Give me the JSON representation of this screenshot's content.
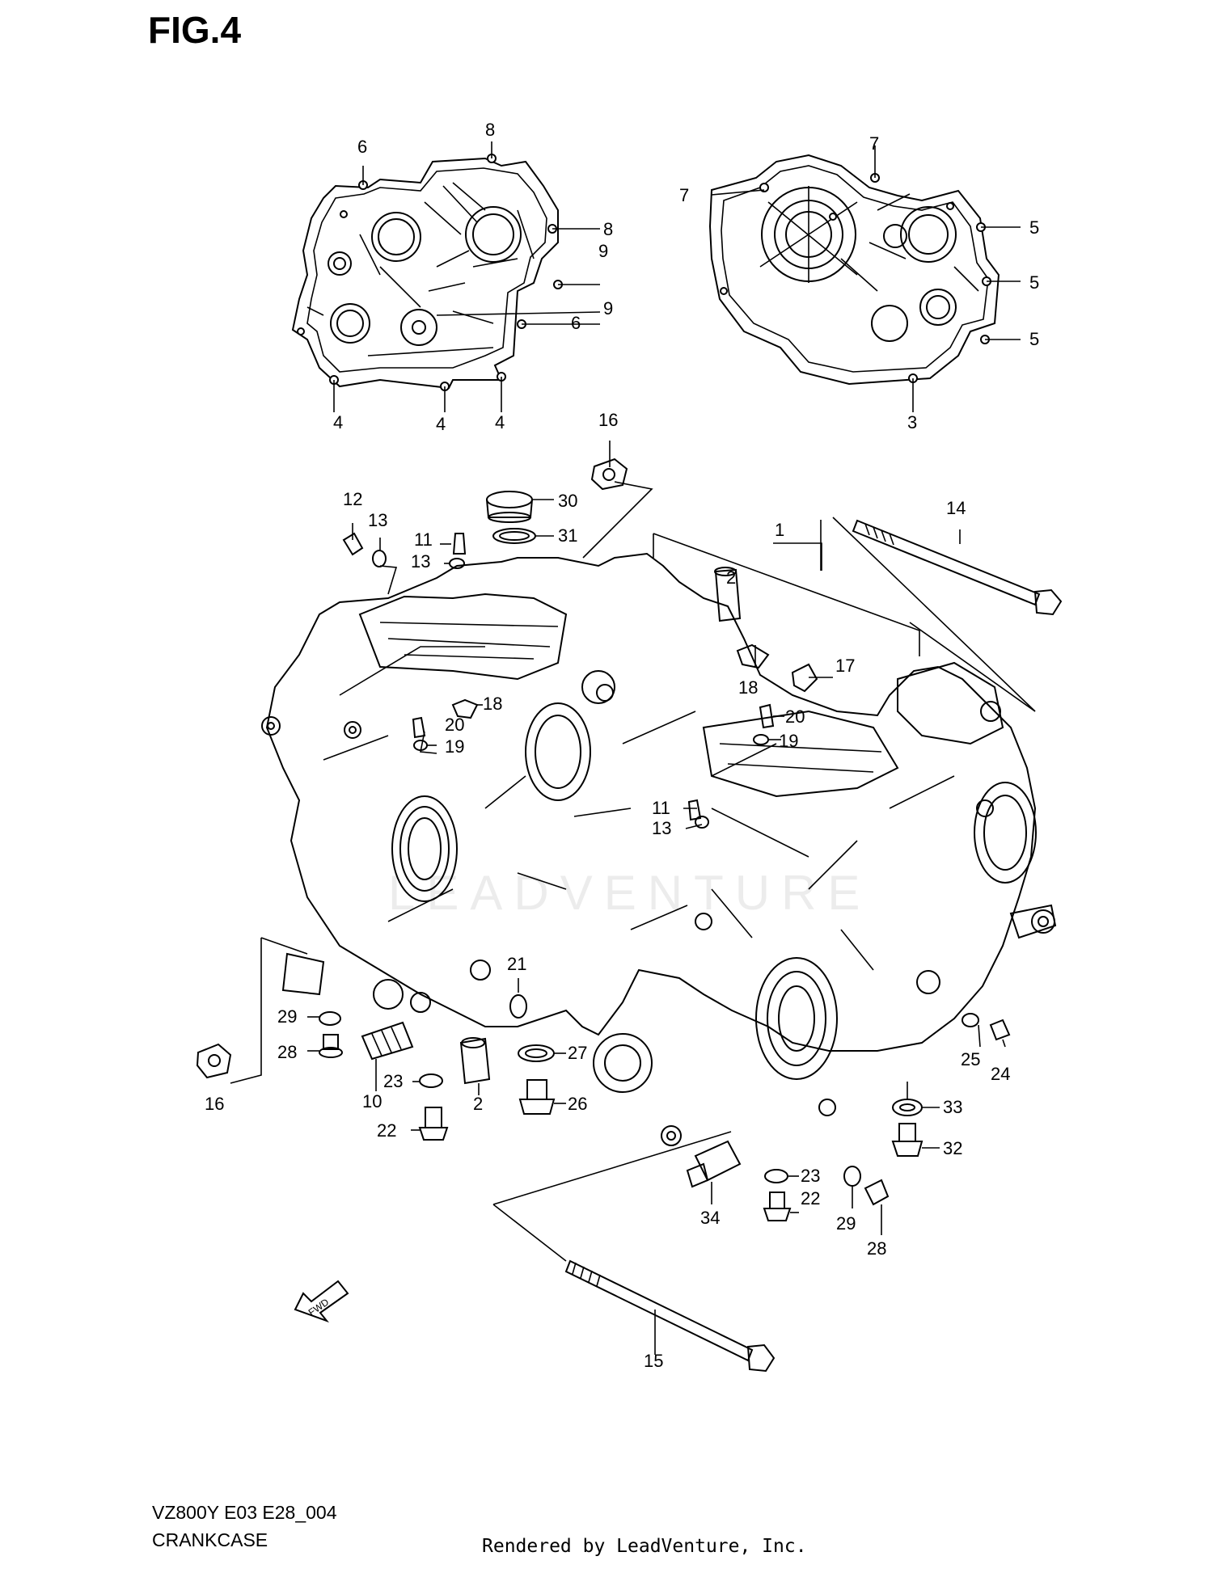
{
  "figure": {
    "title": "FIG.4"
  },
  "footer": {
    "model_code": "VZ800Y E03 E28_004",
    "section_name": "CRANKCASE",
    "rendered_by": "Rendered by LeadVenture, Inc."
  },
  "watermark": "LEADVENTURE",
  "fwd_label": "FWD",
  "callouts": [
    "1",
    "2",
    "2",
    "3",
    "4",
    "4",
    "4",
    "5",
    "5",
    "5",
    "6",
    "6",
    "7",
    "7",
    "8",
    "8",
    "9",
    "9",
    "10",
    "11",
    "11",
    "12",
    "13",
    "13",
    "13",
    "14",
    "15",
    "16",
    "16",
    "17",
    "18",
    "18",
    "19",
    "19",
    "20",
    "20",
    "21",
    "22",
    "22",
    "23",
    "23",
    "24",
    "25",
    "26",
    "27",
    "28",
    "28",
    "29",
    "29",
    "30",
    "31",
    "32",
    "33",
    "34"
  ]
}
